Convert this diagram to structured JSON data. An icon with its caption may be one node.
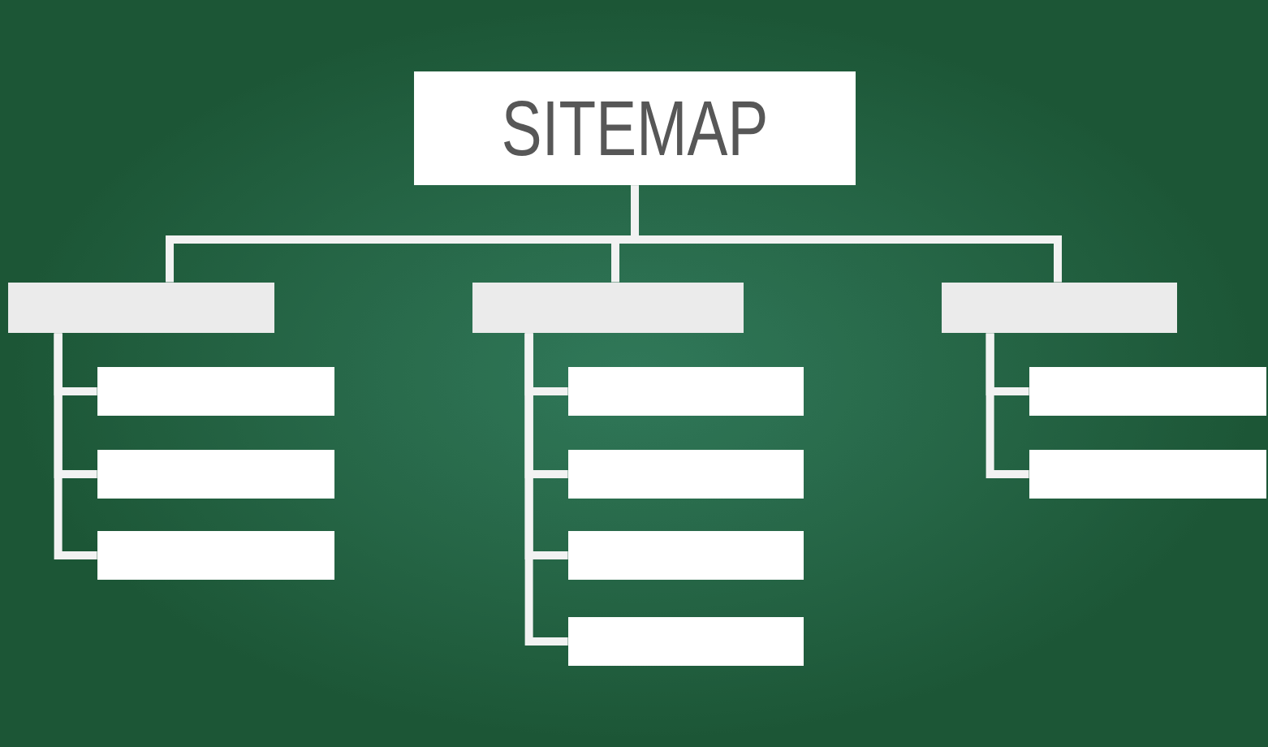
{
  "diagram": {
    "nodes": [
      {
        "text": [
          "SITEMAP"
        ]
      },
      {
        "text": [],
        "shape": "box"
      },
      {
        "text": [],
        "shape": "box"
      },
      {
        "text": [],
        "shape": "box"
      },
      {
        "text": [],
        "shape": "box"
      },
      {
        "text": [],
        "shape": "box"
      },
      {
        "text": [],
        "shape": "box"
      },
      {
        "text": [],
        "shape": "box"
      },
      {
        "text": [],
        "shape": "box"
      },
      {
        "text": [],
        "shape": "box"
      },
      {
        "text": [],
        "shape": "box"
      },
      {
        "text": [],
        "shape": "box"
      },
      {
        "text": [],
        "shape": "box"
      }
    ],
    "edges": [
      {
        "from": 0,
        "to": 1,
        "arrow": "none"
      },
      {
        "from": 0,
        "to": 2,
        "arrow": "none"
      },
      {
        "from": 0,
        "to": 3,
        "arrow": "none"
      },
      {
        "from": 1,
        "to": 4,
        "arrow": "none"
      },
      {
        "from": 1,
        "to": 5,
        "arrow": "none"
      },
      {
        "from": 1,
        "to": 6,
        "arrow": "none"
      },
      {
        "from": 2,
        "to": 7,
        "arrow": "none"
      },
      {
        "from": 2,
        "to": 8,
        "arrow": "none"
      },
      {
        "from": 2,
        "to": 9,
        "arrow": "none"
      },
      {
        "from": 2,
        "to": 10,
        "arrow": "none"
      },
      {
        "from": 3,
        "to": 11,
        "arrow": "none"
      },
      {
        "from": 3,
        "to": 12,
        "arrow": "none"
      }
    ]
  }
}
